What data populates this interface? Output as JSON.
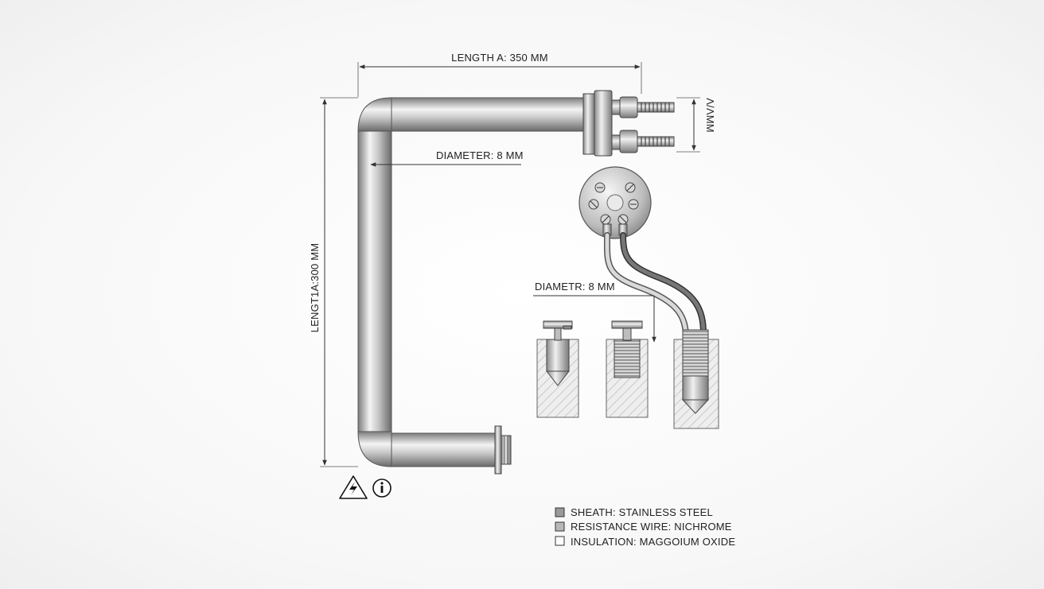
{
  "dimensions": {
    "length_a": "LENGTH A: 350 MM",
    "length_vertical": "LENGT1A:300 MM",
    "diameter_main": "DIAMETER: 8 MM",
    "diameter_section": "DIAMETR: 8 MM",
    "thread_size": "Λ/ΛMM"
  },
  "legend": [
    {
      "label": "SHEATH: STAINLESS STEEL",
      "swatch": "#9a9a9a"
    },
    {
      "label": "RESISTANCE WIRE: NICHROME",
      "swatch": "#b8b8b8"
    },
    {
      "label": "INSULATION: MAGGOIUM OXIDE",
      "swatch": "#ffffff"
    }
  ],
  "icons": {
    "warning": "high-voltage-warning-icon",
    "info": "info-icon"
  },
  "colors": {
    "steel_dark": "#6f6f6f",
    "steel_light": "#f2f2f2",
    "line": "#333333"
  }
}
